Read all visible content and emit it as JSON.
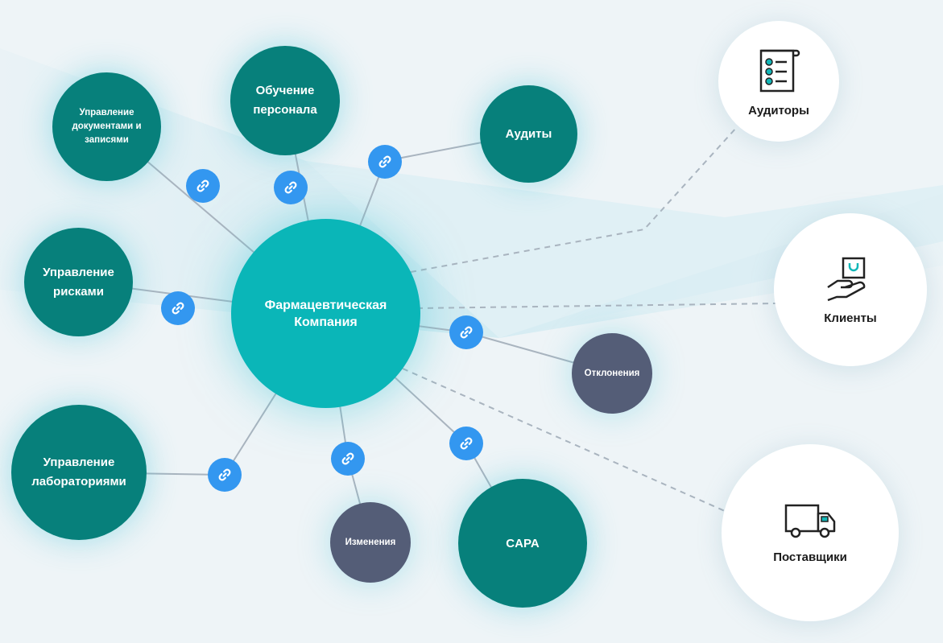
{
  "center": {
    "label": "Фармацевтическая\nКомпания"
  },
  "modules": {
    "documents": "Управление\nдокументами и\nзаписями",
    "training": "Обучение\nперсонала",
    "audits": "Аудиты",
    "risks": "Управление\nрисками",
    "deviations": "Отклонения",
    "labs": "Управление\nлабораториями",
    "changes": "Изменения",
    "capa": "CAPA"
  },
  "external": {
    "auditors": "Аудиторы",
    "clients": "Клиенты",
    "suppliers": "Поставщики"
  },
  "icons": {
    "link": "link-icon",
    "auditors": "checklist-icon",
    "clients": "hand-bag-icon",
    "suppliers": "truck-icon"
  },
  "colors": {
    "center": "#0ab6b8",
    "module": "#07807b",
    "secondary": "#545d77",
    "link_badge": "#3397f0"
  }
}
